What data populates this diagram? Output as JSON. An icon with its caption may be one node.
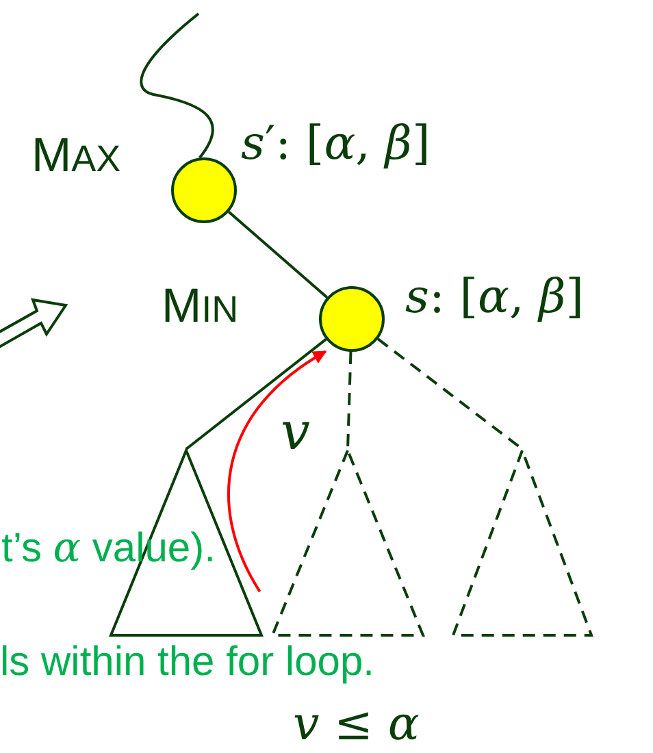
{
  "diagram": {
    "nodes": [
      {
        "text": [],
        "shape": "circle",
        "beside": [
          "MAX",
          "*s*′: [*α*, *β*]"
        ]
      },
      {
        "text": [],
        "shape": "circle",
        "beside": [
          "MIN",
          "*s*: [*α*, *β*]"
        ]
      },
      {
        "text": [],
        "shape": "triangle"
      },
      {
        "text": [],
        "shape": "triangle"
      },
      {
        "text": [],
        "shape": "triangle"
      }
    ],
    "edges": [
      {
        "from": null,
        "to": 0,
        "arrow": "none"
      },
      {
        "from": 0,
        "to": 1,
        "arrow": "none"
      },
      {
        "from": 1,
        "to": 2,
        "arrow": "none"
      },
      {
        "from": 1,
        "to": 3,
        "arrow": "none",
        "style": "dashed"
      },
      {
        "from": 1,
        "to": 4,
        "arrow": "none",
        "style": "dashed"
      },
      {
        "from": 2,
        "to": 1,
        "arrow": "to",
        "label": "*v*",
        "color": "#ff0000"
      }
    ],
    "labels": [
      "t’s *α* value).",
      "ls within the for loop.",
      "*v* ≤ *α*"
    ]
  }
}
